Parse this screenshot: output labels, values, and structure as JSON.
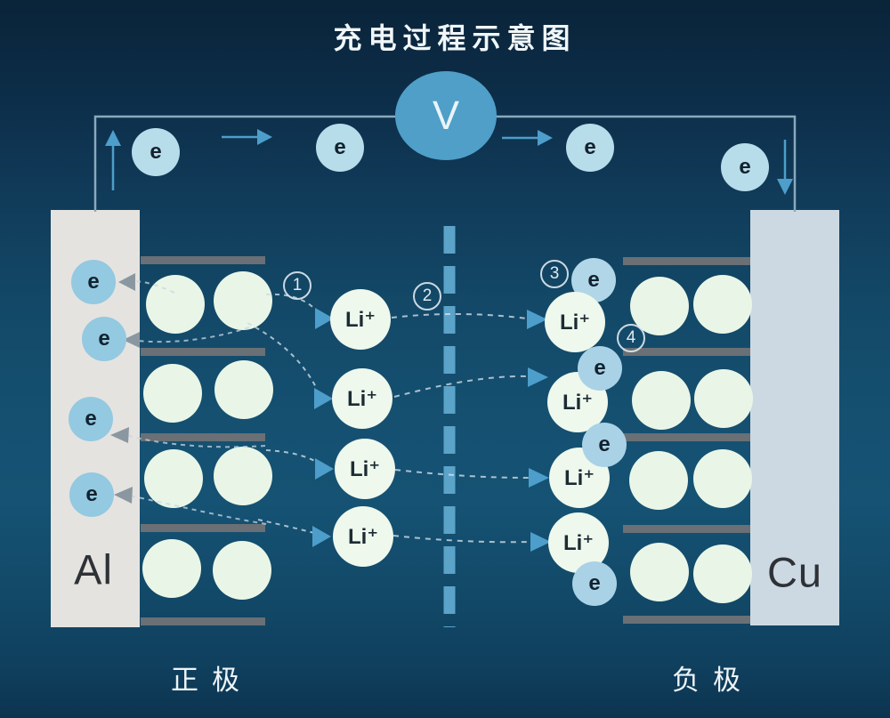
{
  "title": "充电过程示意图",
  "circuit": {
    "voltmeter_label": "V",
    "electron_label": "e"
  },
  "ions": {
    "label": "Li⁺"
  },
  "steps": {
    "s1": "1",
    "s2": "2",
    "s3": "3",
    "s4": "4"
  },
  "electrodes": {
    "left": {
      "metal": "Al",
      "terminal": "正极"
    },
    "right": {
      "metal": "Cu",
      "terminal": "负极"
    }
  },
  "icons": {
    "electron_flow_arrow": "▶",
    "ion_flow_arrow": "▶",
    "electron_extraction_arrow": "◀",
    "separator_style": "dashed-vertical-line"
  },
  "colors": {
    "background_top": "#0a2439",
    "background_middle": "#155273",
    "background_bottom": "#0c3450",
    "voltmeter_fill": "#4f9fc8",
    "separator": "#5ba3c8",
    "wire": "#8aa9bc",
    "flow_arrow_blue": "#4d9ecb",
    "extraction_arrow_gray": "#8b97a0",
    "electron_fill_wire": "#b7dcea",
    "electron_fill_electrode": "#93c9e1",
    "ion_fill": "#eef8ec",
    "particle_fill": "#e9f6e7",
    "electrode_al_fill": "#e5e3e0",
    "electrode_cu_fill": "#ccd9e3",
    "collector_bar": "#6a7075",
    "label_text": "#eef4f7",
    "dark_text": "#1c2b33"
  }
}
